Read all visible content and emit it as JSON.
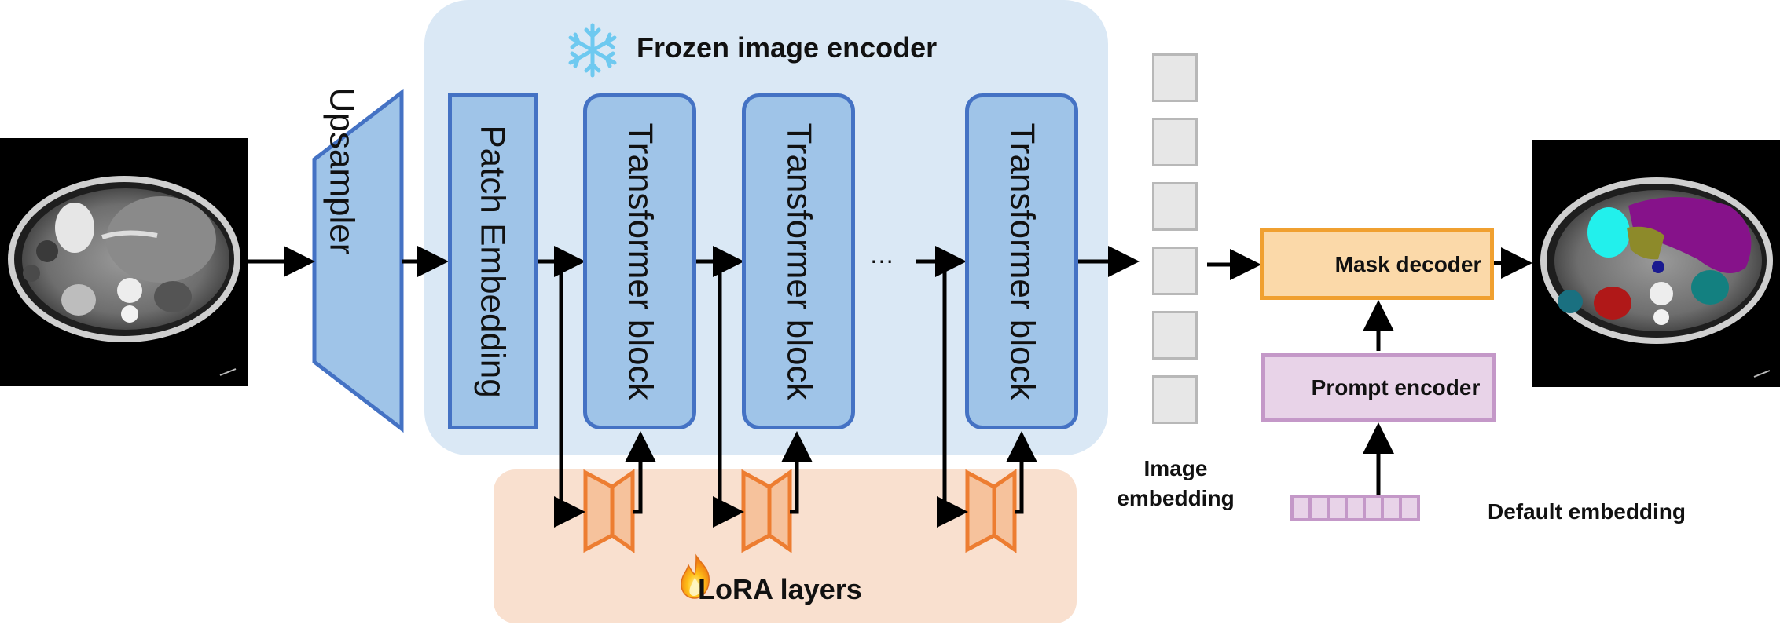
{
  "diagram": {
    "frozen_encoder_label": "Frozen image encoder",
    "upsampler_label": "Upsampler",
    "patch_embedding_label": "Patch Embedding",
    "transformer_label": "Transformer block",
    "ellipsis": "…",
    "lora_label": "LoRA layers",
    "image_embedding_label": [
      "Image",
      "embedding"
    ],
    "mask_decoder_label": "Mask decoder",
    "prompt_encoder_label": "Prompt encoder",
    "default_embedding_label": "Default embedding",
    "icons": {
      "frozen": "snowflake-icon",
      "trainable": "flame-icon"
    },
    "colors": {
      "encoder_fill": "#9fc4e8",
      "encoder_border": "#4472c4",
      "frozen_region": "#dae8f5",
      "lora_region": "#f9e0cf",
      "lora_adapter": "#f6c29c",
      "lora_border": "#ed7d31",
      "mask_decoder_fill": "#fbd9a9",
      "mask_decoder_border": "#f0a030",
      "prompt_fill": "#e8d3e8",
      "prompt_border": "#c498c8"
    }
  }
}
